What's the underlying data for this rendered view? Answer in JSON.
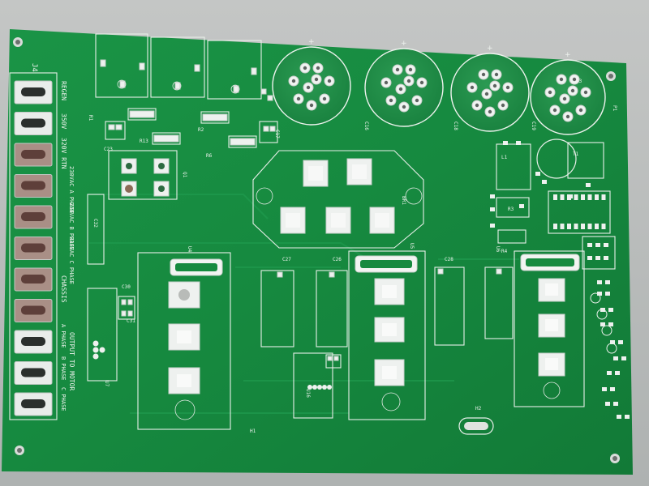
{
  "colors": {
    "background": "#b9bcbb",
    "solder_mask": "#168a3f",
    "silkscreen": "#e8efe9",
    "pads": "#eef1ef"
  },
  "labels": {
    "connector_ref": "J4",
    "regen": "REGEN",
    "v350": "350V",
    "rtn": "320V RTN",
    "ac_a": "230VAC A PHASE",
    "ac_b": "230VAC B PHASE",
    "ac_c": "230VAC C PHASE",
    "chassis": "CHASSIS",
    "output_title": "OUTPUT TO MOTOR",
    "out_a": "A PHASE",
    "out_b": "B PHASE",
    "out_c": "C PHASE",
    "c16": "C16",
    "c18": "C18",
    "c19": "C19",
    "c17": "C17",
    "c23": "C23",
    "c30": "C30",
    "c31": "C31",
    "c32": "C32",
    "c28": "C28",
    "c26": "C26",
    "c27": "C27",
    "br1": "BR1",
    "u4": "U4",
    "u5": "U5",
    "u6": "U6",
    "u7": "U7",
    "u16": "U16",
    "r1": "R1",
    "r2": "R2",
    "r3": "R3",
    "r4": "R4",
    "r6": "R6",
    "r13": "R13",
    "l1": "L1",
    "t1": "T1",
    "h1": "H1",
    "h2": "H2",
    "h3": "H3",
    "q1": "Q1",
    "p1": "P1"
  }
}
